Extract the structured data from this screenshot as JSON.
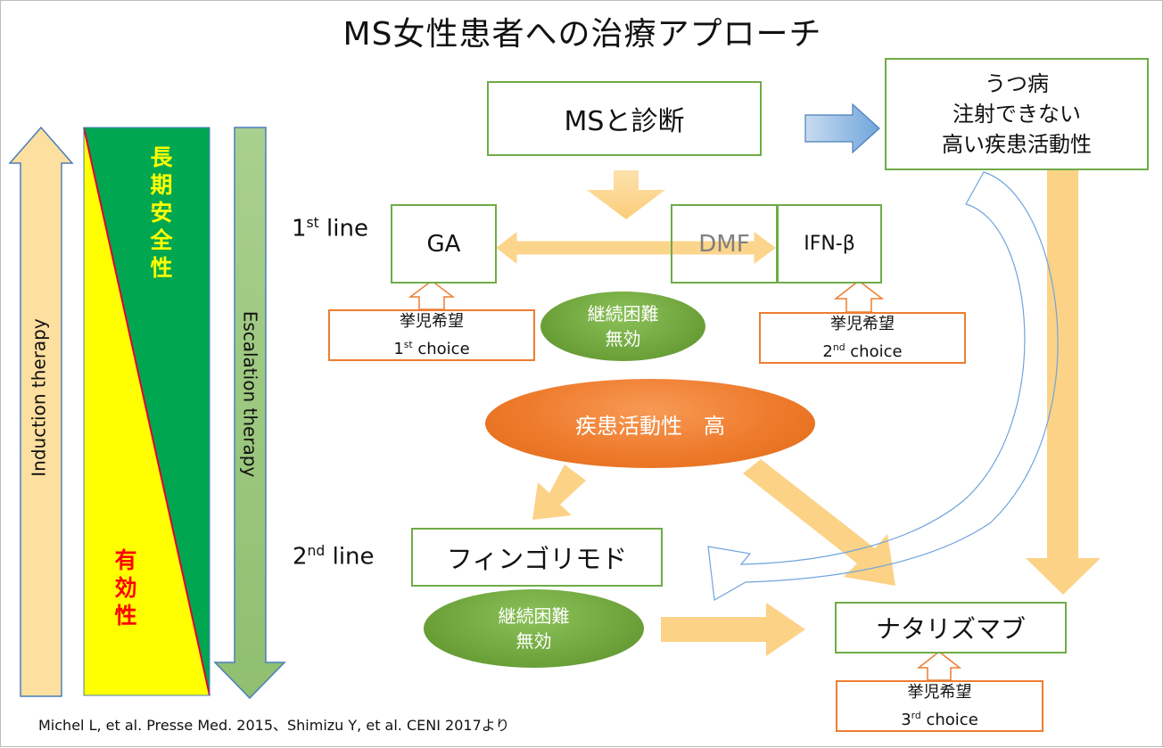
{
  "title": "MS女性患者への治療アプローチ",
  "left_axis": {
    "induction": "Induction therapy",
    "escalation": "Escalation therapy",
    "long_term_safety": "長期安全性",
    "efficacy": "有効性"
  },
  "lines": {
    "first_line_num": "1",
    "first_line_sup": "st",
    "first_line_word": " line",
    "second_line_num": "2",
    "second_line_sup": "nd",
    "second_line_word": " line"
  },
  "boxes": {
    "diagnosis": "MSと診断",
    "depression_1": "うつ病",
    "depression_2": "注射できない",
    "depression_3": "高い疾患活動性",
    "ga": "GA",
    "dmf": "DMF",
    "ifn": "IFN-β",
    "fingolimod": "フィンゴリモド",
    "natalizumab": "ナタリズマブ"
  },
  "pregnancy_wish": {
    "label": "挙児希望",
    "first_num": "1",
    "first_sup": "st",
    "second_num": "2",
    "second_sup": "nd",
    "third_num": "3",
    "third_sup": "rd",
    "choice_word": " choice"
  },
  "ellipses": {
    "difficult_1": "継続困難",
    "ineffective_1": "無効",
    "high_activity": "疾患活動性　高",
    "difficult_2": "継続困難",
    "ineffective_2": "無効"
  },
  "citation": "Michel L, et al. Presse Med. 2015、Shimizu Y, et al. CENI 2017より",
  "colors": {
    "green_box_border": "#6fac47",
    "orange_box_border": "#ed7d31",
    "arrow_yellow": "#fcd286",
    "triangle_green": "#00a650",
    "triangle_yellow": "#ffff00",
    "safety_text": "#ffff00",
    "efficacy_text": "#ff0000",
    "escalation_arrow": "#a9d08e",
    "blue_arrow": "#9dc3e6"
  }
}
